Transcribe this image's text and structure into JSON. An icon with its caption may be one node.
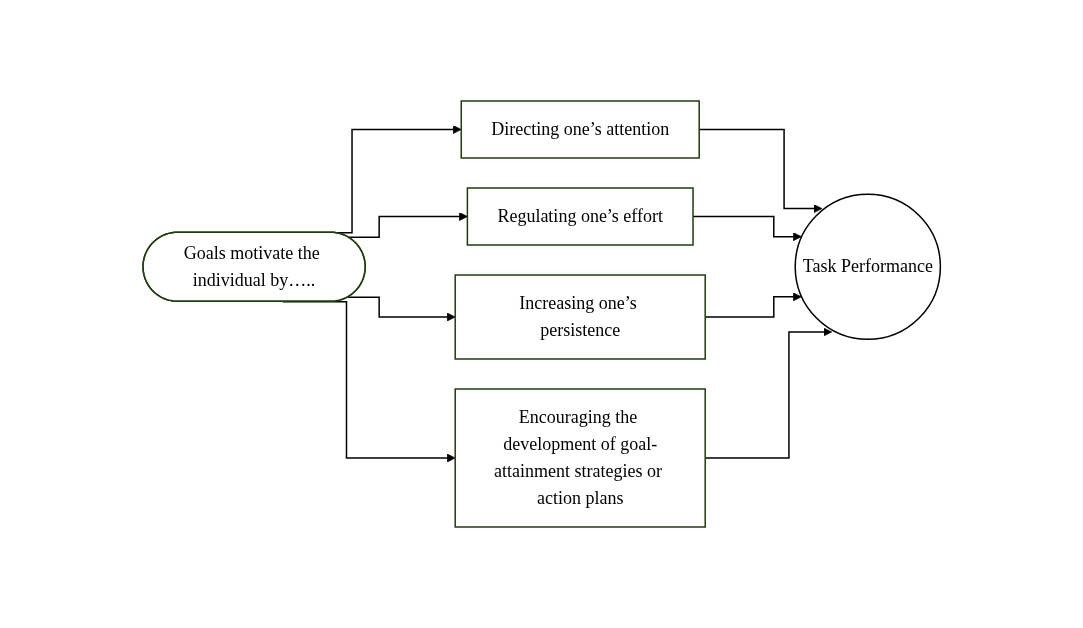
{
  "diagram": {
    "nodes": [
      {
        "text": [
          "Goals motivate the individual by….."
        ]
      },
      {
        "text": [
          "Directing one’s attention"
        ]
      },
      {
        "text": [
          "Regulating one’s effort"
        ]
      },
      {
        "text": [
          "Increasing one’s persistence"
        ]
      },
      {
        "text": [
          "Encouraging the development of goal-attainment strategies or action plans"
        ]
      },
      {
        "text": [
          "Task Performance"
        ]
      }
    ],
    "edges": [
      {
        "from": 0,
        "to": 1,
        "arrow": "to"
      },
      {
        "from": 0,
        "to": 2,
        "arrow": "to"
      },
      {
        "from": 0,
        "to": 3,
        "arrow": "to"
      },
      {
        "from": 0,
        "to": 4,
        "arrow": "to"
      },
      {
        "from": 1,
        "to": 5,
        "arrow": "to"
      },
      {
        "from": 2,
        "to": 5,
        "arrow": "to"
      },
      {
        "from": 3,
        "to": 5,
        "arrow": "to"
      },
      {
        "from": 4,
        "to": 5,
        "arrow": "to"
      }
    ]
  }
}
